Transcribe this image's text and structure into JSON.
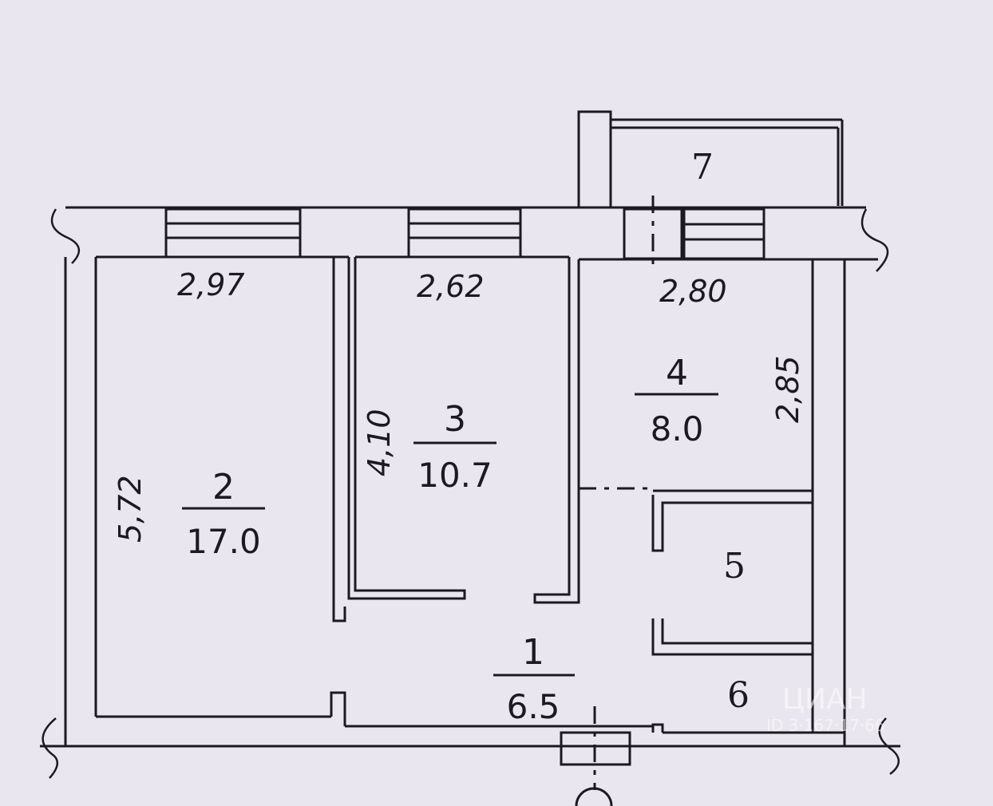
{
  "plan": {
    "dimensions": {
      "room2_width": "2,97",
      "room3_width": "2,62",
      "room4_width": "2,80",
      "room2_length": "5,72",
      "room3_length": "4,10",
      "room4_length": "2,85"
    },
    "rooms": [
      {
        "number": "1",
        "area": "6.5"
      },
      {
        "number": "2",
        "area": "17.0"
      },
      {
        "number": "3",
        "area": "10.7"
      },
      {
        "number": "4",
        "area": "8.0"
      },
      {
        "number": "5",
        "area": ""
      },
      {
        "number": "6",
        "area": ""
      },
      {
        "number": "7",
        "area": ""
      }
    ],
    "watermark": {
      "brand": "ЦИАН",
      "id_text": "ID 3·167·17·66"
    }
  }
}
